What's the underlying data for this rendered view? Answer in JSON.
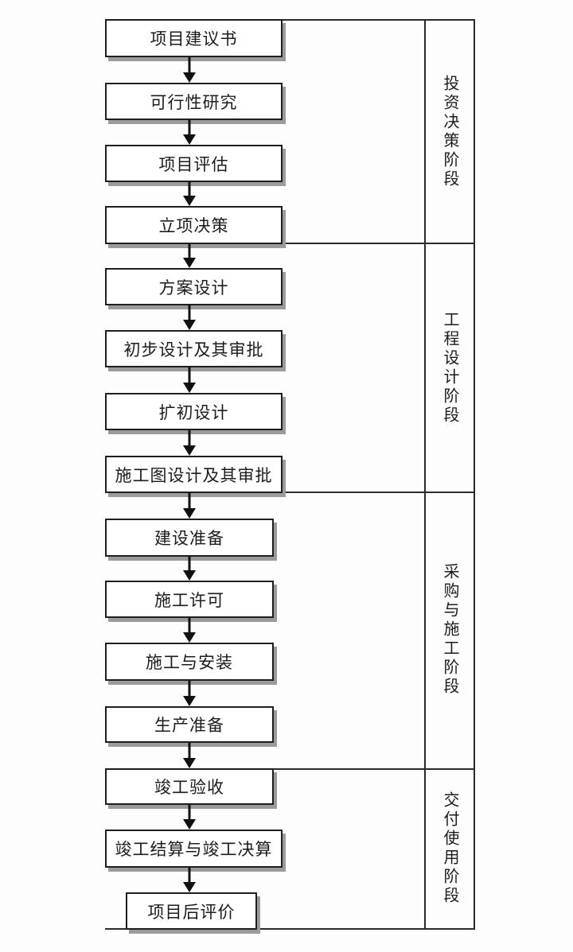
{
  "diagram": {
    "type": "flowchart",
    "language": "zh-CN",
    "direction": "top-to-bottom",
    "colors": {
      "background": "#fdfdfd",
      "box_fill": "#ffffff",
      "box_border": "#1f1f1f",
      "box_shadow": "#9b9b9b",
      "grid_line": "#2b2b2b",
      "arrow": "#111111",
      "text": "#1c1c1c"
    },
    "flow": {
      "arrow_count": 14,
      "arrow_icon": "down-arrow",
      "boxes": [
        {
          "label": "项目建议书"
        },
        {
          "label": "可行性研究"
        },
        {
          "label": "项目评估"
        },
        {
          "label": "立项决策"
        },
        {
          "label": "方案设计"
        },
        {
          "label": "初步设计及其审批"
        },
        {
          "label": "扩初设计"
        },
        {
          "label": "施工图设计及其审批"
        },
        {
          "label": "建设准备"
        },
        {
          "label": "施工许可"
        },
        {
          "label": "施工与安装"
        },
        {
          "label": "生产准备"
        },
        {
          "label": "竣工验收"
        },
        {
          "label": "竣工结算与竣工决算"
        },
        {
          "label": "项目后评价"
        }
      ]
    },
    "phases": [
      {
        "label": "投资决策阶段",
        "covers_boxes": "1-4"
      },
      {
        "label": "工程设计阶段",
        "covers_boxes": "5-8"
      },
      {
        "label": "采购与施工阶段",
        "covers_boxes": "9-12"
      },
      {
        "label": "交付使用阶段",
        "covers_boxes": "13-15"
      }
    ]
  }
}
